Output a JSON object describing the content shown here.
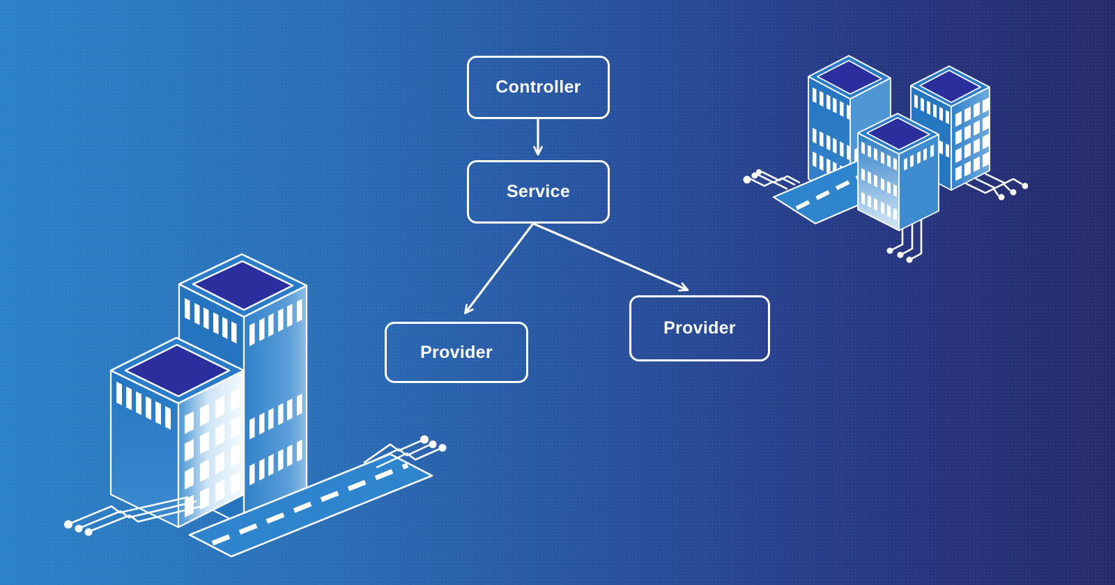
{
  "diagram": {
    "nodes": [
      {
        "id": "controller",
        "label": "Controller"
      },
      {
        "id": "service",
        "label": "Service"
      },
      {
        "id": "provider_left",
        "label": "Provider"
      },
      {
        "id": "provider_right",
        "label": "Provider"
      }
    ],
    "edges": [
      {
        "from": "controller",
        "to": "service"
      },
      {
        "from": "service",
        "to": "provider_left"
      },
      {
        "from": "service",
        "to": "provider_right"
      }
    ]
  },
  "palette": {
    "bg_gradient_left": "#2b82c8",
    "bg_gradient_right": "#262a6a",
    "node_border": "#ffffff",
    "node_text": "#ffffff",
    "building_face": "#2577c2",
    "building_face_light": "#3b88cd",
    "roof_rim": "#2a7cc8",
    "roof_panel_indigo": "#2b2f9e",
    "road_blue": "#2f84ce",
    "window_white": "#ffffff",
    "line_white": "#ffffff"
  },
  "illustrations": {
    "left_city": {
      "buildings": 2,
      "road": true,
      "circuit_traces": 2
    },
    "right_city": {
      "buildings": 3,
      "road": true,
      "circuit_traces": 3
    }
  }
}
